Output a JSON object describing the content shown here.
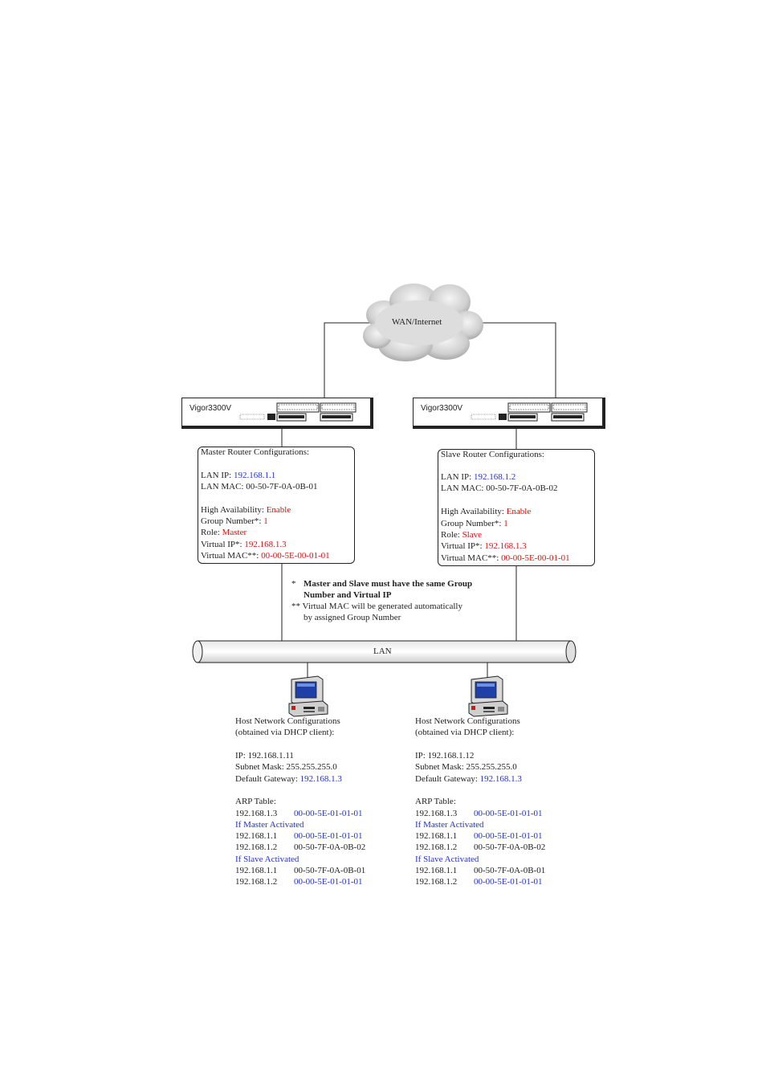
{
  "cloud_label": "WAN/Internet",
  "lan_label": "LAN",
  "colors": {
    "blue": "#2233cc",
    "red": "#dd1111",
    "line": "#222222"
  },
  "routers": {
    "master_model": "Vigor3300V",
    "slave_model": "Vigor3300V"
  },
  "master": {
    "title": "Master Router Configurations:",
    "lan_ip_label": "LAN IP: ",
    "lan_ip": "192.168.1.1",
    "lan_mac": "LAN MAC: 00-50-7F-0A-0B-01",
    "ha_label": "High Availability: ",
    "ha": "Enable",
    "group_label": "Group Number*: ",
    "group": "1",
    "role_label": "Role: ",
    "role": "Master",
    "vip_label": "Virtual IP*: ",
    "vip": "192.168.1.3",
    "vmac_label": "Virtual MAC**: ",
    "vmac": "00-00-5E-00-01-01"
  },
  "slave": {
    "title": "Slave Router Configurations:",
    "lan_ip_label": "LAN IP: ",
    "lan_ip": "192.168.1.2",
    "lan_mac": "LAN MAC: 00-50-7F-0A-0B-02",
    "ha_label": "High Availability: ",
    "ha": "Enable",
    "group_label": "Group Number*: ",
    "group": "1",
    "role_label": "Role: ",
    "role": "Slave",
    "vip_label": "Virtual IP*: ",
    "vip": "192.168.1.3",
    "vmac_label": "Virtual MAC**: ",
    "vmac": "00-00-5E-00-01-01"
  },
  "notes": {
    "n1_mark": "*",
    "n1_line1": "Master and Slave must have the same  Group",
    "n1_line2": "Number and Virtual IP",
    "n2_line1": "** Virtual MAC will be generated automatically",
    "n2_line2": "by assigned Group Number"
  },
  "host_left": {
    "title1": "Host Network Configurations",
    "title2": "(obtained via DHCP client):",
    "ip": "IP: 192.168.1.11",
    "mask": "Subnet Mask: 255.255.255.0",
    "gw_label": "Default Gateway: ",
    "gw": "192.168.1.3",
    "arp_title": "ARP Table:",
    "arp1_ip": "192.168.1.3",
    "arp1_mac": "00-00-5E-01-01-01",
    "master_heading": "If Master Activated",
    "m1_ip": "192.168.1.1",
    "m1_mac": "00-00-5E-01-01-01",
    "m2_ip": "192.168.1.2",
    "m2_mac": "00-50-7F-0A-0B-02",
    "slave_heading": "If Slave Activated",
    "s1_ip": "192.168.1.1",
    "s1_mac": "00-50-7F-0A-0B-01",
    "s2_ip": "192.168.1.2",
    "s2_mac": "00-00-5E-01-01-01"
  },
  "host_right": {
    "title1": "Host Network Configurations",
    "title2": "(obtained via DHCP client):",
    "ip": "IP: 192.168.1.12",
    "mask": "Subnet Mask: 255.255.255.0",
    "gw_label": "Default Gateway: ",
    "gw": "192.168.1.3",
    "arp_title": "ARP Table:",
    "arp1_ip": "192.168.1.3",
    "arp1_mac": "00-00-5E-01-01-01",
    "master_heading": "If Master Activated",
    "m1_ip": "192.168.1.1",
    "m1_mac": "00-00-5E-01-01-01",
    "m2_ip": "192.168.1.2",
    "m2_mac": "00-50-7F-0A-0B-02",
    "slave_heading": "If Slave Activated",
    "s1_ip": "192.168.1.1",
    "s1_mac": "00-50-7F-0A-0B-01",
    "s2_ip": "192.168.1.2",
    "s2_mac": "00-00-5E-01-01-01"
  }
}
